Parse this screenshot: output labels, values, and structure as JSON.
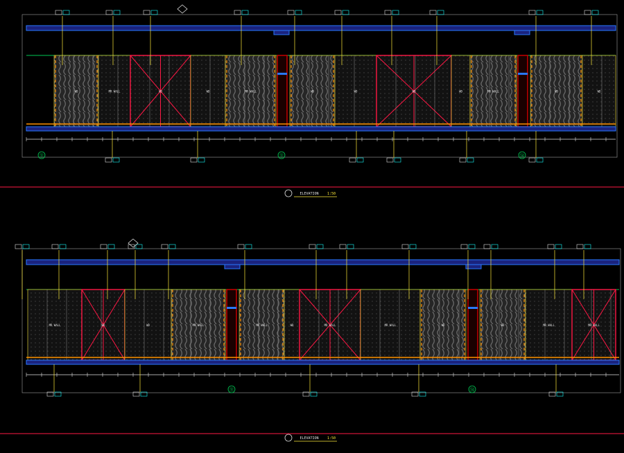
{
  "drawing": {
    "background": "#000000",
    "colors": {
      "slab": "#1a237e",
      "slab_edge": "#2979ff",
      "green_line": "#00c853",
      "yellow": "#ffeb3b",
      "red": "#ff1744",
      "orange": "#ff9100",
      "white": "#e0e0e0",
      "cyan": "#18ffff",
      "grey_fill": "#2b2b2b",
      "wood_fill": "#3a3a3a",
      "divider_red": "#d50000"
    },
    "top_view": {
      "title_label": "ELEVATION",
      "scale_label": "1:50",
      "grid_bubbles": [
        "⑪",
        "⑪",
        "⑭"
      ],
      "panel_labels": [
        "WD",
        "MR WALL",
        "WD",
        "WD",
        "MR WALL",
        "WD",
        "WD",
        "WD"
      ]
    },
    "bottom_view": {
      "title_label": "ELEVATION",
      "scale_label": "1:50",
      "grid_bubbles": [
        "⑪",
        "⑭"
      ],
      "panel_labels": [
        "MR WALL",
        "WD",
        "WD",
        "MR WALL",
        "MR WALL",
        "WD",
        "MR WALL"
      ]
    }
  }
}
